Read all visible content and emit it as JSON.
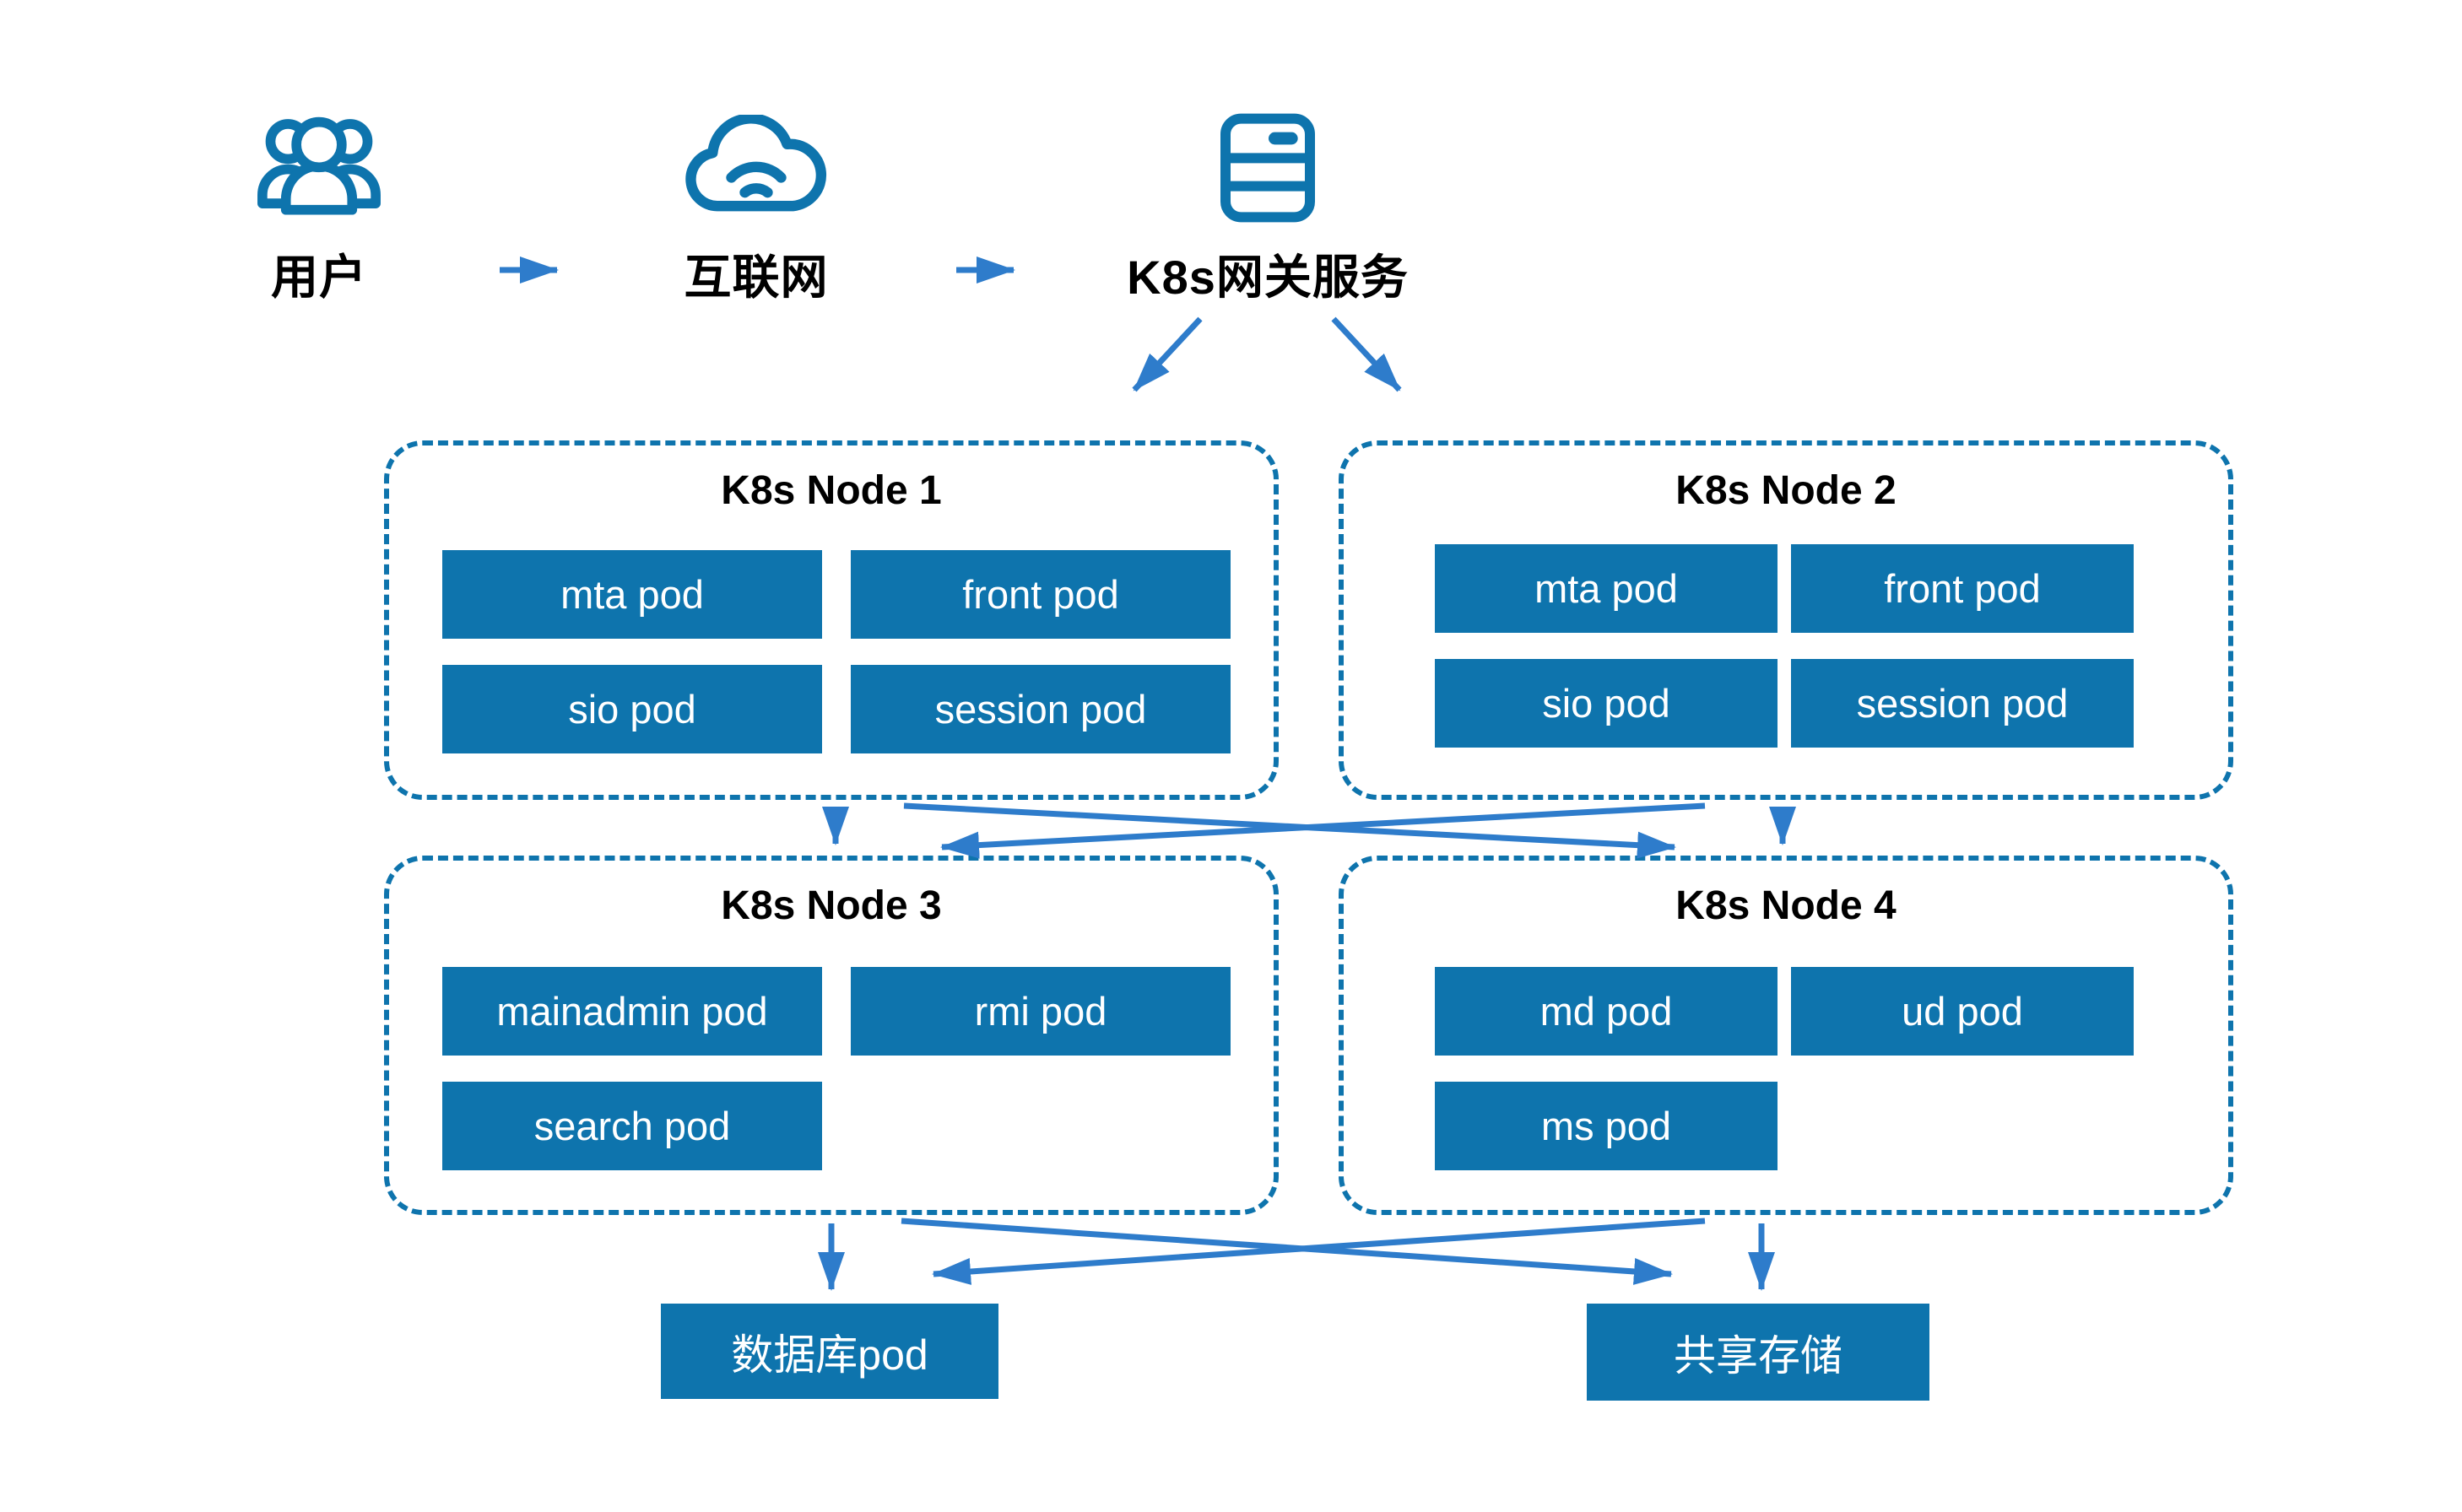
{
  "flow": {
    "users_label": "用户",
    "internet_label": "互联网",
    "gateway_label": "K8s网关服务"
  },
  "nodes": [
    {
      "title": "K8s Node 1",
      "pods": [
        "mta pod",
        "front pod",
        "sio pod",
        "session pod"
      ]
    },
    {
      "title": "K8s Node 2",
      "pods": [
        "mta pod",
        "front pod",
        "sio pod",
        "session pod"
      ]
    },
    {
      "title": "K8s Node 3",
      "pods": [
        "mainadmin pod",
        "rmi pod",
        "search pod"
      ]
    },
    {
      "title": "K8s Node 4",
      "pods": [
        "md pod",
        "ud pod",
        "ms pod"
      ]
    }
  ],
  "storage": {
    "database_label": "数据库pod",
    "shared_label": "共享存储"
  },
  "icons": [
    {
      "name": "users-group-icon",
      "meaning": "用户"
    },
    {
      "name": "cloud-internet-icon",
      "meaning": "互联网"
    },
    {
      "name": "server-gateway-icon",
      "meaning": "K8s网关服务"
    }
  ],
  "connections": [
    {
      "from": "用户",
      "to": "互联网"
    },
    {
      "from": "互联网",
      "to": "K8s网关服务"
    },
    {
      "from": "K8s网关服务",
      "to": "K8s Node 1"
    },
    {
      "from": "K8s网关服务",
      "to": "K8s Node 2"
    },
    {
      "from": "K8s Node 1",
      "to": "K8s Node 3"
    },
    {
      "from": "K8s Node 1",
      "to": "K8s Node 4"
    },
    {
      "from": "K8s Node 2",
      "to": "K8s Node 3"
    },
    {
      "from": "K8s Node 2",
      "to": "K8s Node 4"
    },
    {
      "from": "K8s Node 3",
      "to": "数据库pod"
    },
    {
      "from": "K8s Node 3",
      "to": "共享存储"
    },
    {
      "from": "K8s Node 4",
      "to": "数据库pod"
    },
    {
      "from": "K8s Node 4",
      "to": "共享存储"
    }
  ],
  "colors": {
    "primary_blue": "#0e74ad",
    "arrow_blue": "#2e7ccb",
    "title_text": "#000000",
    "pod_text": "#ffffff",
    "background": "#ffffff"
  }
}
